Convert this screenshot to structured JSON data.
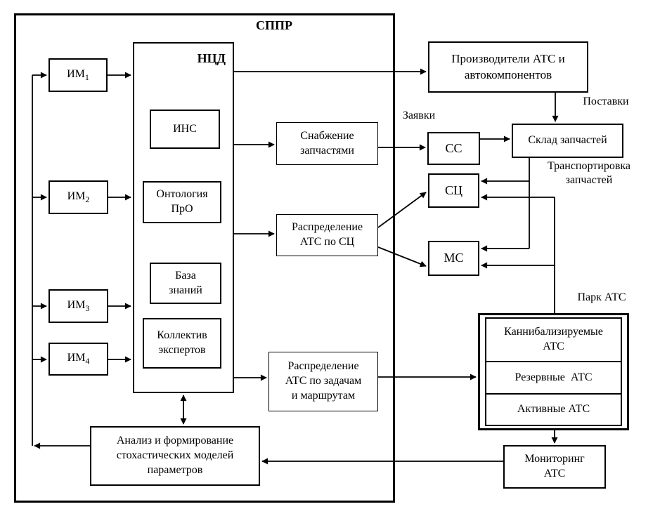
{
  "diagram": {
    "sppr_label": "СППР",
    "ncd_label": "НЦД",
    "boxes": {
      "im1": {
        "base": "ИМ",
        "sub": "1"
      },
      "im2": {
        "base": "ИМ",
        "sub": "2"
      },
      "im3": {
        "base": "ИМ",
        "sub": "3"
      },
      "im4": {
        "base": "ИМ",
        "sub": "4"
      },
      "ins": "ИНС",
      "ontology": "Онтология\nПрО",
      "knowledge_base": "База\nзнаний",
      "experts": "Коллектив\nэкспертов",
      "supply": "Снабжение\nзапчастями",
      "distribution_sc": "Распределение\nАТС по СЦ",
      "distribution_tasks": "Распределение\nАТС по задачам\nи маршрутам",
      "analysis": "Анализ и формирование\nстохастических моделей\nпараметров",
      "manufacturers": "Производители АТС и\nавтокомпонентов",
      "ss": "СС",
      "warehouse": "Склад запчастей",
      "sc": "СЦ",
      "ms": "МС",
      "park_cell_cannibalized": "Каннибализируемые\nАТС",
      "park_cell_reserve": "Резервные  АТС",
      "park_cell_active": "Активные АТС",
      "monitoring": "Мониторинг\nАТС"
    },
    "labels": {
      "zayavki": "Заявки",
      "postavki": "Поставки",
      "transport": "Транспортировка\nзапчастей",
      "park": "Парк АТС"
    },
    "colors": {
      "line": "#000000",
      "background": "#ffffff"
    }
  }
}
